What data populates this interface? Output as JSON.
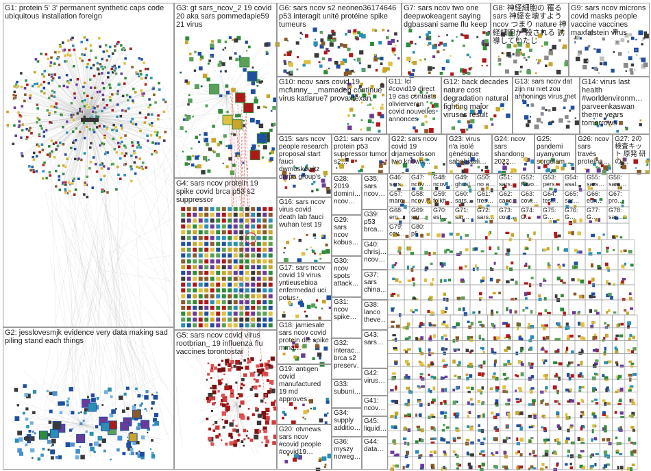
{
  "graph": {
    "colors": {
      "border": "#9a9a9a",
      "edge": "#b9b9b9",
      "edge_red": "#d23a3a",
      "node_blue": "#1f4fa0",
      "node_green": "#2e8b3a",
      "node_red": "#b01818",
      "node_yellow": "#c9a52a",
      "node_gray": "#8a8a8a",
      "node_cyan": "#2a8fb5"
    },
    "groups": [
      {
        "id": "G1",
        "label": "G1: protein 5' 3' permanent synthetic caps code ubiquitous installation foreign"
      },
      {
        "id": "G2",
        "label": "G2: jesslovesmjk evidence very data making sad piling stand each things"
      },
      {
        "id": "G3",
        "label": "G3: gt sars_ncov_2 19 covid 20 aka sars pommedapie59 21 virus"
      },
      {
        "id": "G4",
        "label": "G4: sars ncov protein 19 spike covid brca p53 s2 suppressor"
      },
      {
        "id": "G5",
        "label": "G5: sars ncov covid virus rootbrian_ 19 influenza flu vaccines torontostar"
      },
      {
        "id": "G6",
        "label": "G6: sars ncov s2 neoneo36174646 p53 interagit unité protéine spike tumeurs"
      },
      {
        "id": "G7",
        "label": "G7: sars ncov two one deepwokeagent saying dgbassani same flu keep"
      },
      {
        "id": "G8",
        "label": "G8: 神経細胞の 罹る sars 神経を壊すよう ncov つまり nature 神経細胞が 殺される 誘導していたし"
      },
      {
        "id": "G9",
        "label": "G9: sars ncov microns covid masks people vaccine vaccines maxfalstein virus"
      },
      {
        "id": "G10",
        "label": "G10: ncov sars covid 19 mcfunny_ _mamadeb continue virus katlarue7 provaxtexan"
      },
      {
        "id": "G11",
        "label": "G11: lci #covid19 direct 19 cas contacts olivierveran covid nouvelles annonces"
      },
      {
        "id": "G12",
        "label": "G12: back decades nature cost degradation natural fighting major viruses result"
      },
      {
        "id": "G13",
        "label": "G13: sars ncov dat zijn nu niet zou ahhonings virus met"
      },
      {
        "id": "G14",
        "label": "G14: virus last health #worldenvironm… parveenkaswan theme years tomorrows"
      },
      {
        "id": "G15",
        "label": "G15: sars ncov people research proposal start fauci dwmoskowitz darpa group's"
      },
      {
        "id": "G16",
        "label": "G16: sars ncov virus covid death lab fauci wuhan test 19"
      },
      {
        "id": "G17",
        "label": "G17: sars ncov covid 19 virus yntieusebioa enfermedad uci potus…"
      },
      {
        "id": "G18",
        "label": "G18: jamiesale sars ncov covid protein die spike mrna…"
      },
      {
        "id": "G19",
        "label": "G19: antigen covid manufactured 19 md approves…"
      },
      {
        "id": "G20",
        "label": "G20: otvnews sars ncov #covid people #covid19…"
      },
      {
        "id": "G21",
        "label": "G21: sars ncov protein p53 suppressor tumor s2…"
      },
      {
        "id": "G22",
        "label": "G22: sars ncov covid 19 drjamesolsson two known…"
      },
      {
        "id": "G23",
        "label": "G23: virus n'a isolé génétique sahabiaali…"
      },
      {
        "id": "G24",
        "label": "G24: ncov sars shandong 2022…"
      },
      {
        "id": "G25",
        "label": "G25: pandemi uyanyorum sorgulam…"
      },
      {
        "id": "G26",
        "label": "G26: ncov sars través proteína…"
      },
      {
        "id": "G27",
        "label": "G27: 2の 検査キット 原発 研の…"
      },
      {
        "id": "G28",
        "label": "G28: 2019 domini… ncov…"
      },
      {
        "id": "G29",
        "label": "G29: sars ncov kobus…"
      },
      {
        "id": "G30",
        "label": "G30: ncov spots attack…"
      },
      {
        "id": "G31",
        "label": "G31: ncov spike…"
      },
      {
        "id": "G32",
        "label": "G32: interac… brca s2 preserv…"
      },
      {
        "id": "G33",
        "label": "G33: subuni…"
      },
      {
        "id": "G34",
        "label": "G34: supply additio…"
      },
      {
        "id": "G35",
        "label": "G35: sars ncov…"
      },
      {
        "id": "G36",
        "label": "G36: myszy noweg…"
      },
      {
        "id": "G37",
        "label": "G37: sars china…"
      },
      {
        "id": "G38",
        "label": "G38: lanco theve…"
      },
      {
        "id": "G39",
        "label": "G39: p53 brca…"
      },
      {
        "id": "G40",
        "label": "G40: chrisj… ncov…"
      },
      {
        "id": "G41",
        "label": "G41: ncov…"
      },
      {
        "id": "G42",
        "label": "G42: virus…"
      },
      {
        "id": "G43",
        "label": "G43: sars…"
      },
      {
        "id": "G44",
        "label": "G44: data…"
      },
      {
        "id": "G45",
        "label": "G45: liquid…"
      }
    ],
    "small_labels": [
      "G46: sars…",
      "G47: ncov…",
      "G48: ncov…",
      "G49: ghusl…",
      "G50: no a…",
      "G51: sars…",
      "G52: flavo…",
      "G53: pers…",
      "G54: asal…",
      "G55: sars…",
      "G56: sars…",
      "G57: marc…",
      "G58: ncov…",
      "G59: folkh…",
      "G60: sars…",
      "G61: tres…",
      "G62: canc…",
      "G63: covi…",
      "G64: test…",
      "G65: sar…",
      "G66: eur…",
      "G67: pro…",
      "G68: em…",
      "G69: sar…",
      "G70: est…",
      "G71: sar…",
      "G72: sars…",
      "G73: cov…",
      "G74: G…",
      "G75: G…",
      "G76: G…",
      "G77: G…",
      "G78: sar…",
      "G79: cov…",
      "G80: p5…"
    ]
  }
}
